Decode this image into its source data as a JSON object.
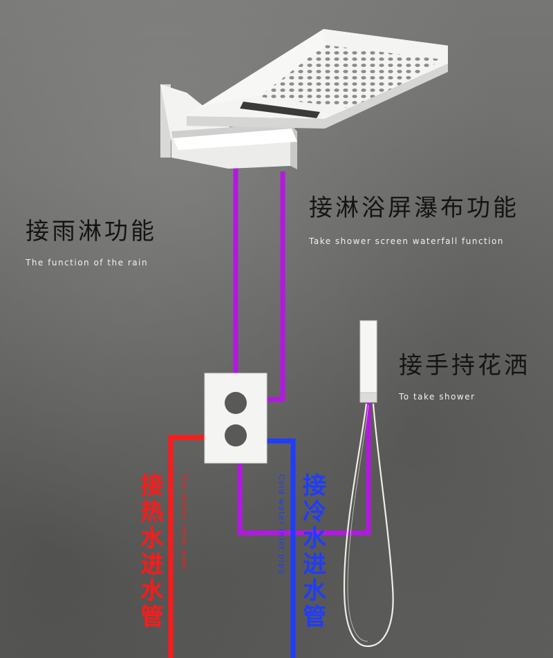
{
  "labels": {
    "rain": {
      "cn": "接雨淋功能",
      "en": "The function of the rain"
    },
    "waterfall": {
      "cn": "接淋浴屏瀑布功能",
      "en": "Take shower screen waterfall function"
    },
    "handheld": {
      "cn": "接手持花洒",
      "en": "To take shower"
    },
    "hot": {
      "cn": "接热水进水管",
      "en": "Hot water inlet pipe"
    },
    "cold": {
      "cn": "接冷水进水管",
      "en": "Cold water inlet pipe"
    }
  },
  "colors": {
    "outlet_pipe": "#b219e0",
    "hot_pipe": "#ff1a1a",
    "cold_pipe": "#1f3cff",
    "fixture": "#f7f7f5",
    "valve_knob": "#595957",
    "hot_text": "#ff1a1a",
    "cold_text": "#1f3cff"
  },
  "icons": [
    "shower-head",
    "mixing-valve",
    "hand-shower",
    "shower-hose"
  ]
}
